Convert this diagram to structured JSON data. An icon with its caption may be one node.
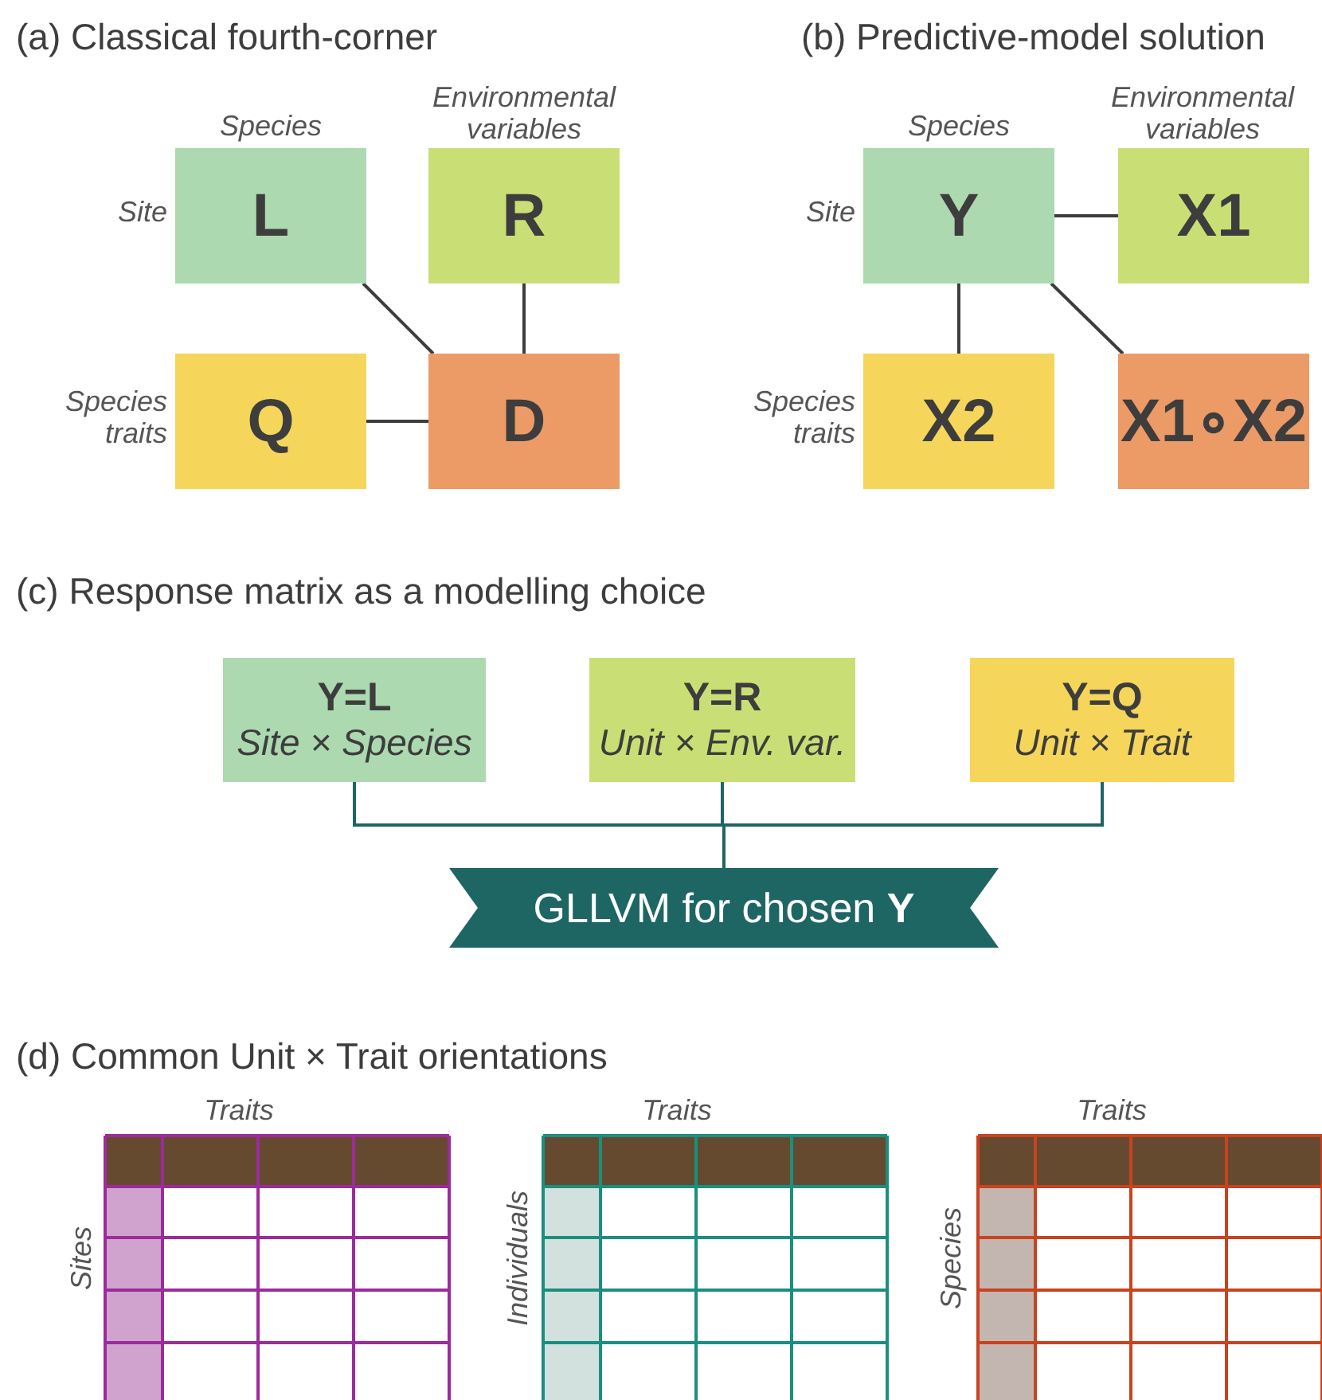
{
  "diagram": {
    "nodes": [
      {
        "text": [
          "L"
        ],
        "beside": [
          "Species",
          "Site"
        ]
      },
      {
        "text": [
          "R"
        ],
        "beside": [
          "Environmental variables"
        ]
      },
      {
        "text": [
          "Q"
        ],
        "beside": [
          "Species traits"
        ]
      },
      {
        "text": [
          "D"
        ]
      },
      {
        "text": [
          "Y"
        ],
        "beside": [
          "Species",
          "Site"
        ]
      },
      {
        "text": [
          "X1"
        ],
        "beside": [
          "Environmental variables"
        ]
      },
      {
        "text": [
          "X2"
        ],
        "beside": [
          "Species traits"
        ]
      },
      {
        "text": [
          "X1∘X2"
        ]
      },
      {
        "text": [
          "Y=L",
          "Site × Species"
        ]
      },
      {
        "text": [
          "Y=R",
          "Unit × Env. var."
        ]
      },
      {
        "text": [
          "Y=Q",
          "Unit × Trait"
        ]
      },
      {
        "text": [
          "GLLVM for chosen **Y**"
        ]
      }
    ],
    "edges": [
      {
        "from": 0,
        "to": 3,
        "arrow": "none"
      },
      {
        "from": 1,
        "to": 3,
        "arrow": "none"
      },
      {
        "from": 2,
        "to": 3,
        "arrow": "none"
      },
      {
        "from": 4,
        "to": 5,
        "arrow": "none"
      },
      {
        "from": 4,
        "to": 6,
        "arrow": "none"
      },
      {
        "from": 4,
        "to": 7,
        "arrow": "none"
      },
      {
        "from": 8,
        "to": 11,
        "arrow": "none"
      },
      {
        "from": 9,
        "to": 11,
        "arrow": "none"
      },
      {
        "from": 10,
        "to": 11,
        "arrow": "none"
      }
    ],
    "labels": [
      "(a) Classical fourth-corner",
      "(b) Predictive-model solution",
      "(c) Response matrix as a modelling choice",
      "(d) Common Unit × Trait orientations",
      "Traits",
      "Traits",
      "Traits",
      "Sites",
      "Individuals",
      "Species"
    ]
  }
}
